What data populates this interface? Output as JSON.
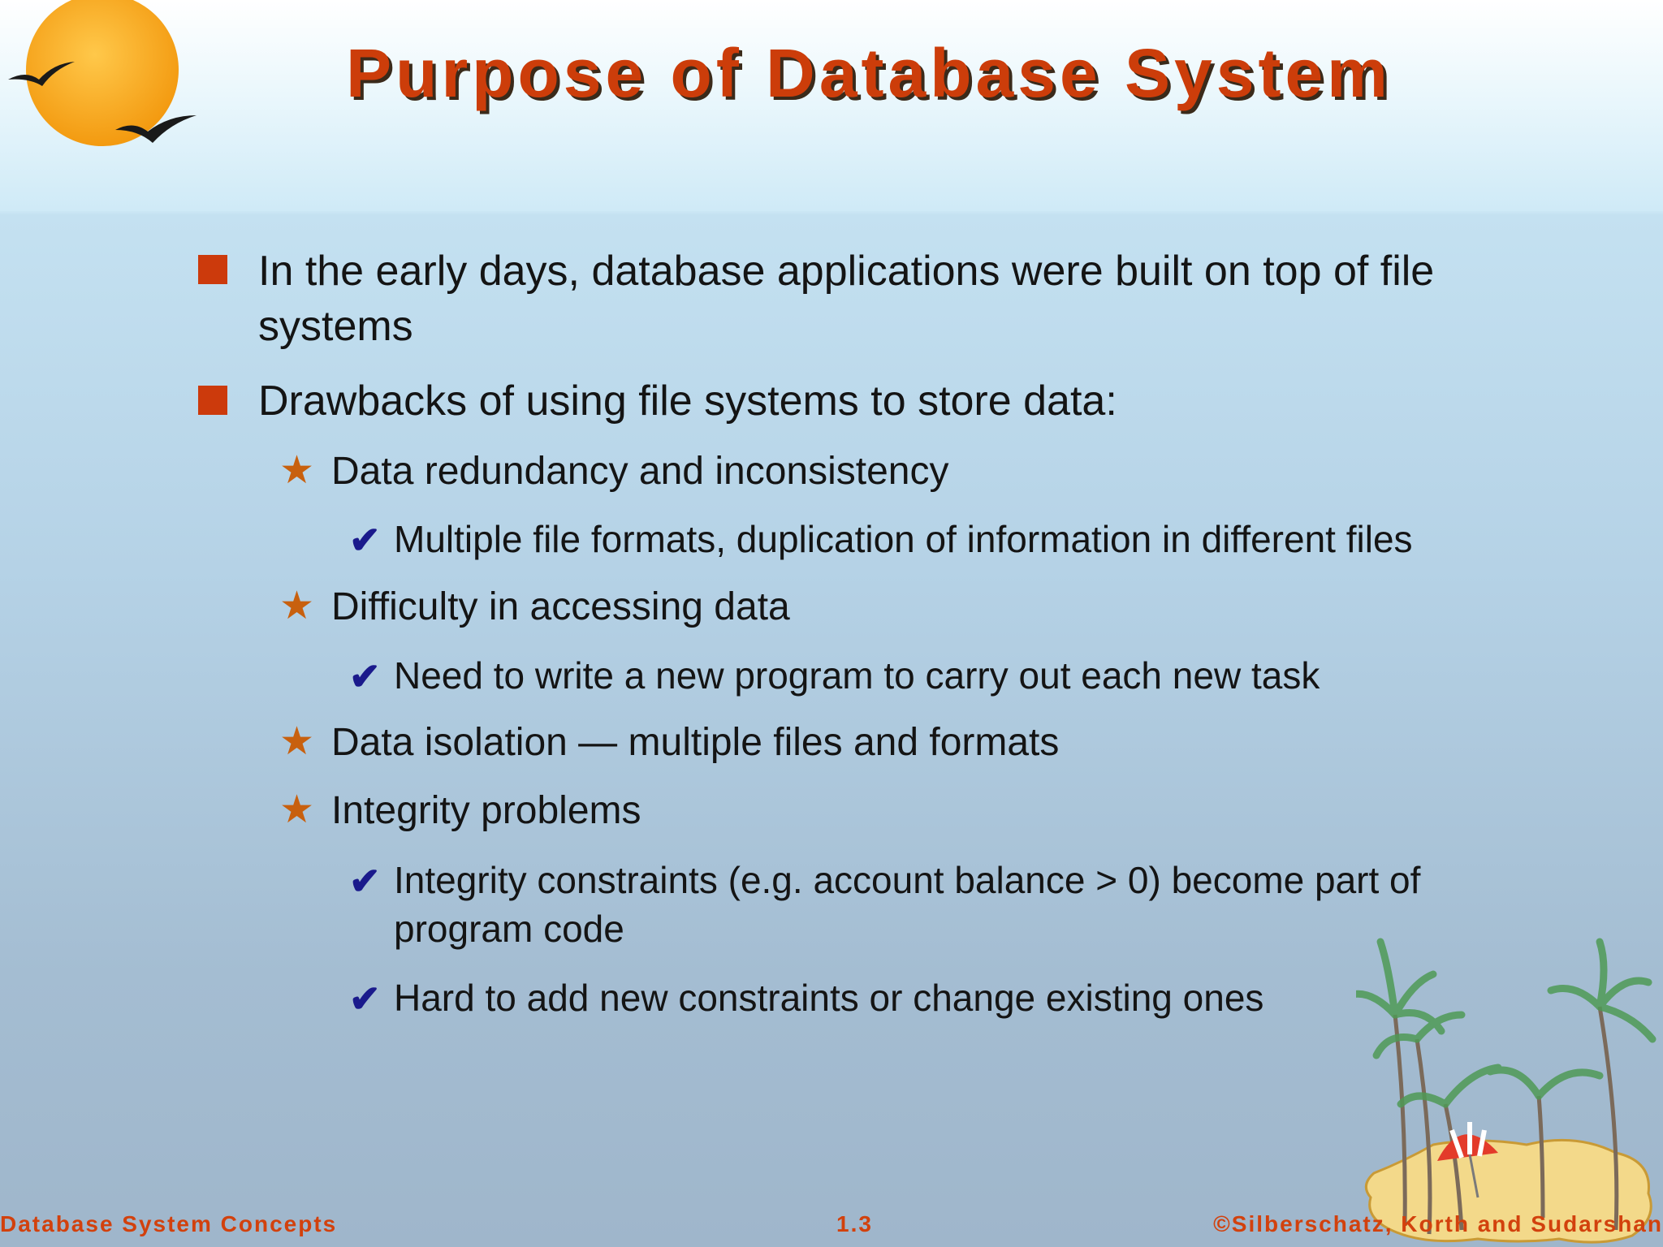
{
  "slide": {
    "title": "Purpose of Database System",
    "bullets": [
      {
        "level": 1,
        "marker": "square",
        "text": "In the early days, database applications were built on top of file systems"
      },
      {
        "level": 1,
        "marker": "square",
        "text": "Drawbacks of using file systems to store data:"
      },
      {
        "level": 2,
        "marker": "star",
        "text": "Data redundancy and inconsistency"
      },
      {
        "level": 3,
        "marker": "check",
        "text": "Multiple file formats, duplication of information in different files"
      },
      {
        "level": 2,
        "marker": "star",
        "text": "Difficulty in accessing data"
      },
      {
        "level": 3,
        "marker": "check",
        "text": "Need to write a new program to carry out each new task"
      },
      {
        "level": 2,
        "marker": "star",
        "text": "Data isolation — multiple files and formats"
      },
      {
        "level": 2,
        "marker": "star",
        "text": "Integrity problems"
      },
      {
        "level": 3,
        "marker": "check",
        "text": "Integrity constraints  (e.g. account balance > 0) become part of program code"
      },
      {
        "level": 3,
        "marker": "check",
        "text": "Hard to add new constraints or change existing ones"
      }
    ]
  },
  "footer": {
    "left": "Database System Concepts",
    "center": "1.3",
    "right": "©Silberschatz, Korth and Sudarshan"
  },
  "icons": {
    "logo": "sun-with-birds-icon",
    "square_bullet": "square-bullet-icon",
    "star_bullet": "star-bullet-icon",
    "check_bullet": "checkmark-bullet-icon",
    "decoration": "palm-island-icon"
  },
  "colors": {
    "title": "#cc3d0a",
    "square_bullet": "#cc3a0c",
    "star_bullet": "#c8600e",
    "check_bullet": "#1a1a8c",
    "footer": "#d2410d",
    "body_text": "#141414"
  }
}
